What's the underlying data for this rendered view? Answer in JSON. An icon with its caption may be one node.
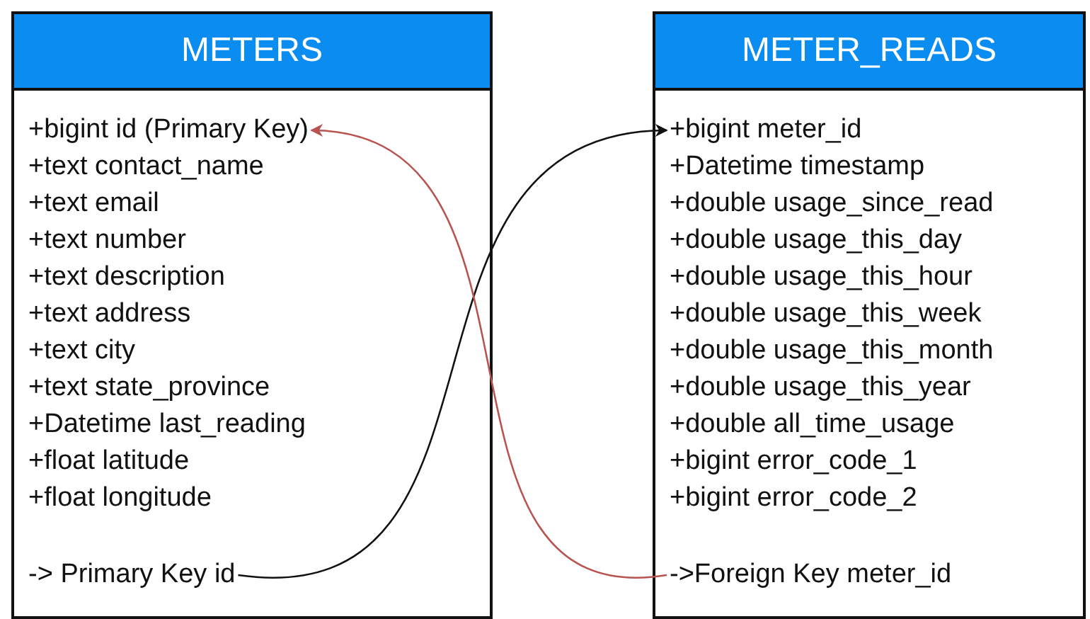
{
  "diagram": {
    "nodes": [
      {
        "text": [
          "METERS"
        ]
      },
      {
        "text": [
          "+bigint id (Primary Key)"
        ],
        "in": 0
      },
      {
        "text": [
          "+text contact_name"
        ],
        "in": 0
      },
      {
        "text": [
          "+text email"
        ],
        "in": 0
      },
      {
        "text": [
          "+text number"
        ],
        "in": 0
      },
      {
        "text": [
          "+text description"
        ],
        "in": 0
      },
      {
        "text": [
          "+text address"
        ],
        "in": 0
      },
      {
        "text": [
          "+text city"
        ],
        "in": 0
      },
      {
        "text": [
          "+text state_province"
        ],
        "in": 0
      },
      {
        "text": [
          "+Datetime last_reading"
        ],
        "in": 0
      },
      {
        "text": [
          "+float latitude"
        ],
        "in": 0
      },
      {
        "text": [
          "+float longitude"
        ],
        "in": 0
      },
      {
        "text": [
          "-> Primary Key id"
        ],
        "in": 0
      },
      {
        "text": [
          "METER_READS"
        ]
      },
      {
        "text": [
          "+bigint meter_id"
        ],
        "in": 13
      },
      {
        "text": [
          "+Datetime timestamp"
        ],
        "in": 13
      },
      {
        "text": [
          "+double usage_since_read"
        ],
        "in": 13
      },
      {
        "text": [
          "+double usage_this_day"
        ],
        "in": 13
      },
      {
        "text": [
          "+double usage_this_hour"
        ],
        "in": 13
      },
      {
        "text": [
          "+double usage_this_week"
        ],
        "in": 13
      },
      {
        "text": [
          "+double usage_this_month"
        ],
        "in": 13
      },
      {
        "text": [
          "+double usage_this_year"
        ],
        "in": 13
      },
      {
        "text": [
          "+double all_time_usage"
        ],
        "in": 13
      },
      {
        "text": [
          "+bigint error_code_1"
        ],
        "in": 13
      },
      {
        "text": [
          "+bigint error_code_2"
        ],
        "in": 13
      },
      {
        "text": [
          "->Foreign Key meter_id"
        ],
        "in": 13
      }
    ],
    "edges": [
      {
        "from": 12,
        "to": 14,
        "arrow": "to"
      },
      {
        "from": 25,
        "to": 1,
        "arrow": "to",
        "color": "#b85450"
      }
    ]
  }
}
